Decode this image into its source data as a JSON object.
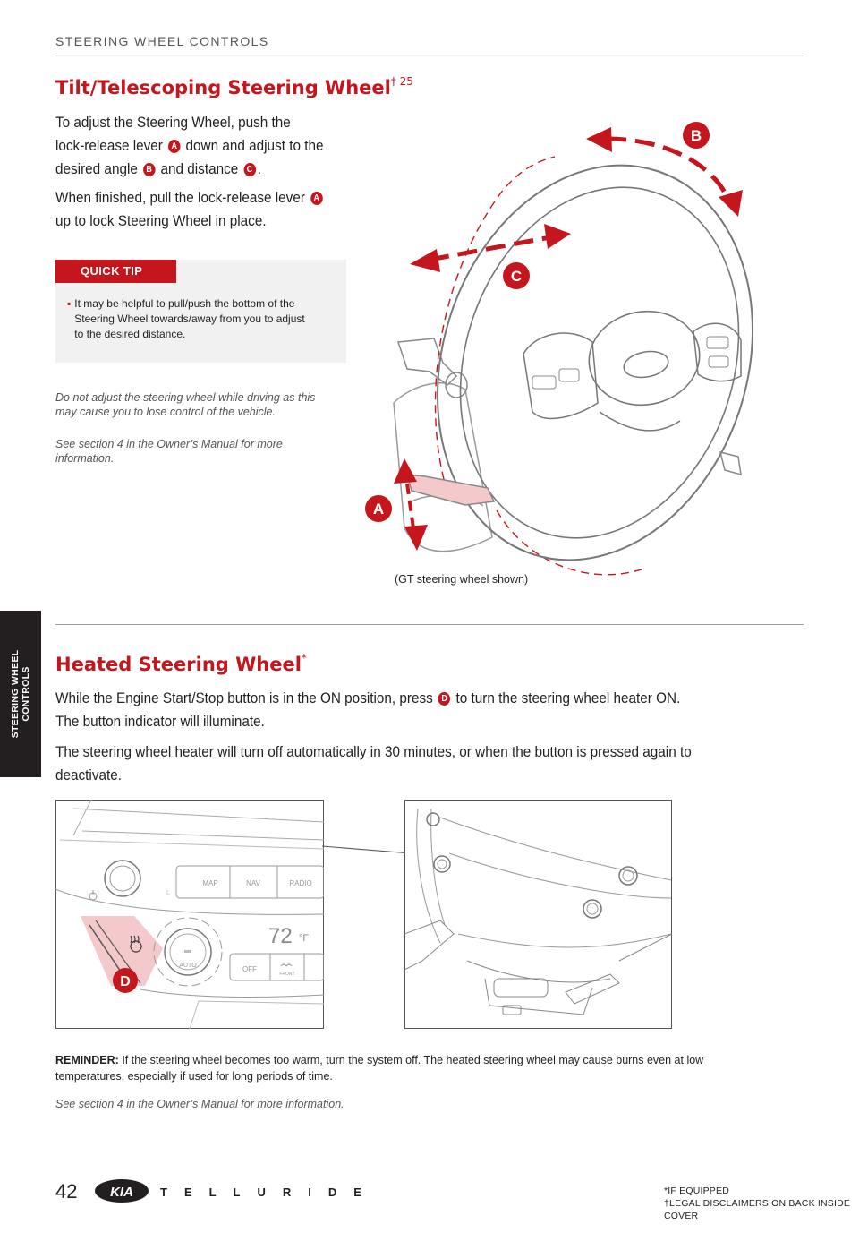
{
  "header": {
    "section": "STEERING WHEEL CONTROLS"
  },
  "side_tab": {
    "line1": "STEERING WHEEL",
    "line2": "CONTROLS"
  },
  "tilt": {
    "title": "Tilt/Telescoping Steering Wheel",
    "title_sup": "† 25",
    "p1_a": "To adjust the Steering Wheel, push the",
    "p1_b": "lock-release lever",
    "p1_c": "down and adjust to the",
    "p1_d": "desired angle",
    "p1_e": "and distance",
    "p1_f": ".",
    "p2_a": "When finished, pull the lock-release lever",
    "p2_b": "up to lock Steering Wheel in place.",
    "badge_a": "A",
    "badge_b": "B",
    "badge_c": "C",
    "quick_tip_label": "QUICK TIP",
    "quick_tip_bullet": "▪",
    "quick_tip_l1": "It may be helpful to pull/push the bottom of the",
    "quick_tip_l2": "Steering Wheel towards/away from you to adjust",
    "quick_tip_l3": "to the desired distance.",
    "warning_l1": "Do not adjust the steering wheel while driving as this",
    "warning_l2": "may cause you to lose control of the vehicle.",
    "see_l1": "See section 4 in the Owner’s Manual for more",
    "see_l2": "information.",
    "caption": "(GT steering wheel shown)",
    "callouts": {
      "a": "A",
      "b": "B",
      "c": "C"
    }
  },
  "heated": {
    "title": "Heated Steering Wheel",
    "title_sup": "*",
    "p1_a": "While the Engine Start/Stop button is in the ON position, press",
    "p1_b": "to turn the steering wheel heater ON.",
    "p1_c": "The button indicator will illuminate.",
    "p2_a": "The steering wheel heater will turn off automatically in 30 minutes, or when the button is pressed again to",
    "p2_b": "deactivate.",
    "badge_d": "D",
    "callout_d": "D",
    "panel": {
      "btn_map": "MAP",
      "btn_nav": "NAV",
      "btn_radio": "RADIO",
      "temp": "72",
      "temp_unit": "°F",
      "auto": "AUTO",
      "off": "OFF",
      "front": "FRONT",
      "l_mark": "L"
    },
    "reminder_label": "REMINDER:",
    "reminder_l1": "If the steering wheel becomes too warm, turn the system off. The heated steering wheel may cause burns even at low",
    "reminder_l2": "temperatures, especially if used for long periods of time.",
    "see": "See section 4 in the Owner’s Manual for more information."
  },
  "footer": {
    "page_number": "42",
    "brand_logo_text": "KIA",
    "model_wordmark": "TELLURIDE",
    "note1": "*IF EQUIPPED",
    "note2": "†LEGAL DISCLAIMERS ON BACK INSIDE COVER"
  },
  "colors": {
    "accent_red": "#c4161c",
    "text_dark": "#231f20",
    "tip_bg": "#f1f1f1",
    "highlight_pink": "#f4c9cb"
  }
}
